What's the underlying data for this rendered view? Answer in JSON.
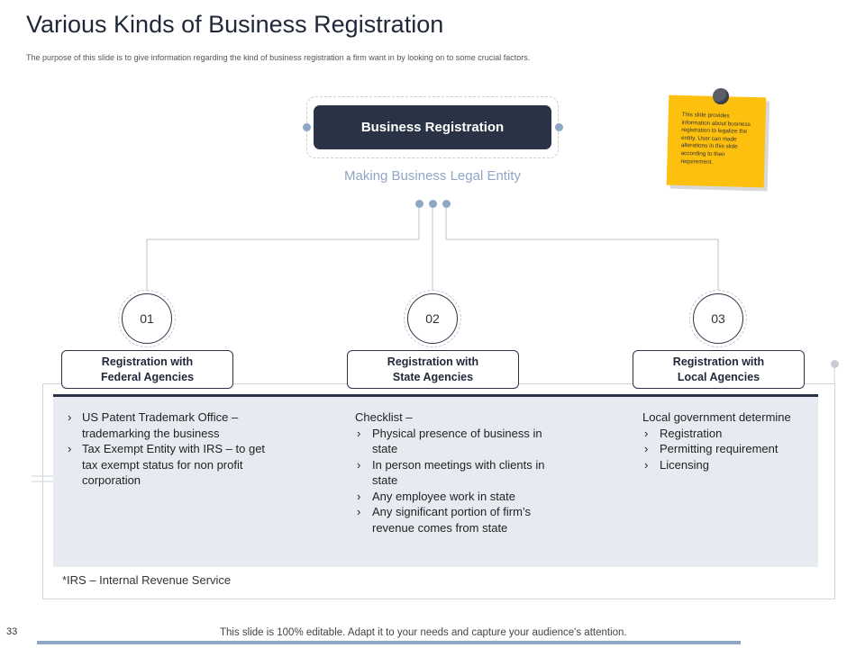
{
  "slide": {
    "title": "Various Kinds of Business Registration",
    "subtitle": "The purpose of this slide is to give information regarding the kind of business registration a firm want in by looking on to some crucial factors.",
    "page_number": "33",
    "footer_note": "This slide is 100% editable. Adapt it to your needs and capture your audience's attention."
  },
  "top": {
    "label": "Business Registration",
    "tagline": "Making Business Legal Entity"
  },
  "sticky_note": {
    "text": "This slide provides information about business registration to legalize the entity. User can made alterations in this slide according to their requirement."
  },
  "columns": [
    {
      "number": "01",
      "label_line1": "Registration with",
      "label_line2": "Federal Agencies",
      "items": [
        "US Patent Trademark Office – trademarking the business",
        "Tax Exempt Entity with IRS – to get tax exempt status for non profit corporation"
      ]
    },
    {
      "number": "02",
      "label_line1": "Registration with",
      "label_line2": "State Agencies",
      "heading": "Checklist –",
      "items": [
        "Physical presence of business in state",
        "In person meetings with clients in state",
        "Any employee work in state",
        "Any significant portion of firm’s revenue comes from state"
      ]
    },
    {
      "number": "03",
      "label_line1": "Registration with",
      "label_line2": "Local Agencies",
      "heading": "Local government determine",
      "items": [
        "Registration",
        "Permitting requirement",
        "Licensing"
      ]
    }
  ],
  "footnote": "*IRS – Internal Revenue Service",
  "colors": {
    "navy": "#2a3346",
    "accent_blue": "#8ea7c4",
    "panel": "#e7ebf1",
    "sticky_yellow": "#fdc00f"
  }
}
